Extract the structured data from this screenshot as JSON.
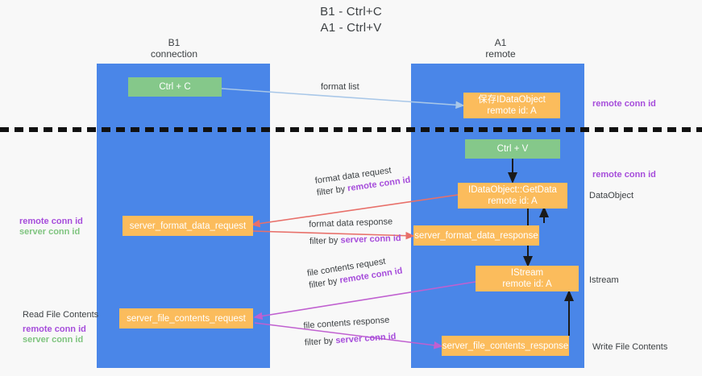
{
  "title": {
    "line1": "B1 - Ctrl+C",
    "line2": "A1 - Ctrl+V"
  },
  "columns": [
    {
      "name": "B1",
      "role": "connection"
    },
    {
      "name": "A1",
      "role": "remote"
    }
  ],
  "nodes": {
    "ctrl_c": {
      "label": "Ctrl + C"
    },
    "ctrl_v": {
      "label": "Ctrl + V"
    },
    "save_dataobject": {
      "label": "保存IDataObject",
      "sub": "remote id: A"
    },
    "getdata": {
      "label": "IDataObject::GetData",
      "sub": "remote id: A"
    },
    "istream": {
      "label": "IStream",
      "sub": "remote id: A"
    },
    "server_format_data_request": {
      "label": "server_format_data_request"
    },
    "server_format_data_response": {
      "label": "server_format_data_response"
    },
    "server_file_contents_request": {
      "label": "server_file_contents_request"
    },
    "server_file_contents_response": {
      "label": "server_file_contents_response"
    }
  },
  "edges": {
    "format_list": {
      "label": "format list"
    },
    "format_data_request": {
      "line1": "format data request",
      "filter_prefix": "filter by ",
      "filter_key": "remote conn id"
    },
    "format_data_response": {
      "line1": "format data response",
      "filter_prefix": "filter by ",
      "filter_key": "server conn id"
    },
    "file_contents_request": {
      "line1": "file contents request",
      "filter_prefix": "filter by ",
      "filter_key": "remote conn id"
    },
    "file_contents_response": {
      "line1": "file contents response",
      "filter_prefix": "filter by ",
      "filter_key": "server conn id"
    }
  },
  "annotations": {
    "right_remote_conn_id_top": "remote conn id",
    "right_remote_conn_id_mid": "remote conn id",
    "right_dataobject": "DataObject",
    "right_istream": "Istream",
    "right_write_file_contents": "Write File Contents",
    "left_remote_conn_id_mid": "remote conn id",
    "left_server_conn_id_mid": "server conn id",
    "left_read_file_contents": "Read File Contents",
    "left_remote_conn_id_bottom": "remote conn id",
    "left_server_conn_id_bottom": "server conn id"
  },
  "colors": {
    "lane": "#4a86e8",
    "green_node": "#85c88a",
    "orange_node": "#fbbc5c",
    "purple_text": "#a64ddb",
    "green_text": "#7fc47f",
    "arrow_blue": "#a8c7e8",
    "arrow_red": "#e8706a",
    "arrow_purple": "#c060d0",
    "arrow_black": "#1a1a1a",
    "divider": "#111111"
  }
}
